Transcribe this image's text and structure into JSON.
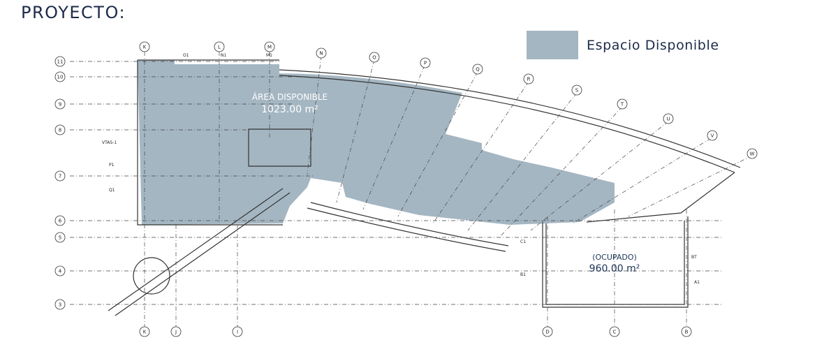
{
  "header": {
    "title": "PROYECTO:"
  },
  "legend": {
    "label": "Espacio Disponible",
    "color": "#a4b6c2"
  },
  "available_area": {
    "title": "ÁREA DISPONIBLE",
    "size": "1023.00 m²",
    "color": "#a4b6c2"
  },
  "occupied_area": {
    "title": "(OCUPADO)",
    "size": "960.00 m²"
  },
  "grid": {
    "top_columns": [
      "K",
      "L",
      "M"
    ],
    "top_subcolumns": [
      "O1",
      "N1",
      "M1"
    ],
    "arc_columns": [
      "N",
      "O",
      "P",
      "Q",
      "R",
      "S",
      "T",
      "U",
      "V",
      "W"
    ],
    "rows": [
      "11",
      "10",
      "9",
      "8",
      "7",
      "6",
      "5",
      "4",
      "3"
    ],
    "bottom_left_columns": [
      "K",
      "J",
      "I"
    ],
    "bottom_right_columns": [
      "D",
      "C",
      "B"
    ],
    "side_labels": [
      "VTAS-1",
      "P1",
      "Q1"
    ],
    "right_labels": [
      "C1",
      "B1",
      "BT",
      "A1"
    ]
  }
}
